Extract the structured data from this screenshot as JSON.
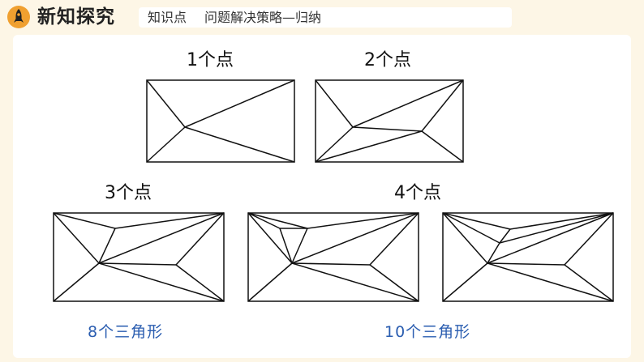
{
  "header": {
    "section_title": "新知探究",
    "knowledge_label": "知识点",
    "knowledge_text": "问题解决策略—归纳",
    "icon": "rocket-icon",
    "accent_color": "#f0a030"
  },
  "content": {
    "labels": {
      "one_point": "1个点",
      "two_points": "2个点",
      "three_points": "3个点",
      "four_points": "4个点"
    },
    "results": {
      "three_points": "8个三角形",
      "four_points": "10个三角形"
    },
    "result_color": "#2a5db0"
  }
}
